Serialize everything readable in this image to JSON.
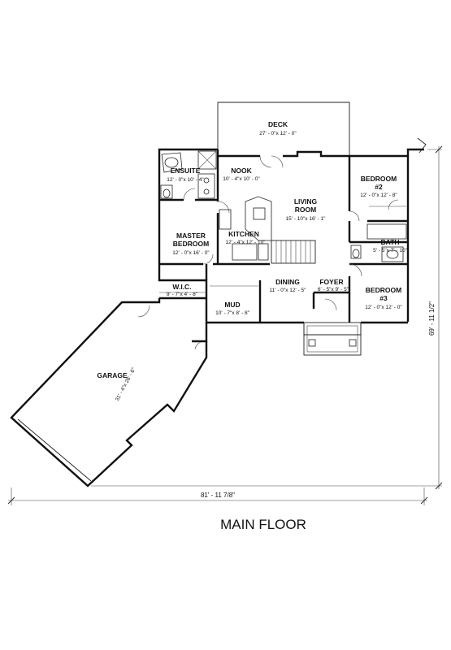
{
  "title": "MAIN FLOOR",
  "rooms": {
    "deck": {
      "name": "DECK",
      "dims": "27' - 0\"x 12' - 0\""
    },
    "ensuite": {
      "name": "ENSUITE",
      "dims": "12' - 0\"x 10' - 4\""
    },
    "nook": {
      "name": "NOOK",
      "dims": "10' - 4\"x 10' - 0\""
    },
    "living": {
      "name1": "LIVING",
      "name2": "ROOM",
      "dims": "15' - 10\"x 16' - 1\""
    },
    "bedroom2": {
      "name1": "BEDROOM",
      "name2": "#2",
      "dims": "12' - 0\"x 12' - 8\""
    },
    "master": {
      "name1": "MASTER",
      "name2": "BEDROOM",
      "dims": "12' - 0\"x 16' - 0\""
    },
    "kitchen": {
      "name": "KITCHEN",
      "dims": "12' - 4\"x 12' - 10\""
    },
    "bath": {
      "name": "BATH",
      "dims": "5' - 5\"x 7' - 10\""
    },
    "wic": {
      "name": "W.I.C.",
      "dims": "9' - 7\"x 4' - 8\""
    },
    "mud": {
      "name": "MUD",
      "dims": "10' - 7\"x 8' - 8\""
    },
    "dining": {
      "name": "DINING",
      "dims": "11' - 0\"x 12' - 5\""
    },
    "foyer": {
      "name": "FOYER",
      "dims": "6' - 5\"x 9' - 5\""
    },
    "bedroom3": {
      "name1": "BEDROOM",
      "name2": "#3",
      "dims": "12' - 0\"x 12' - 0\""
    },
    "garage": {
      "name": "GARAGE",
      "dims": "31' - 4\"x 26' - 6\""
    }
  },
  "overall": {
    "width": "81' - 11 7/8\"",
    "depth": "69' - 11 1/2\""
  }
}
